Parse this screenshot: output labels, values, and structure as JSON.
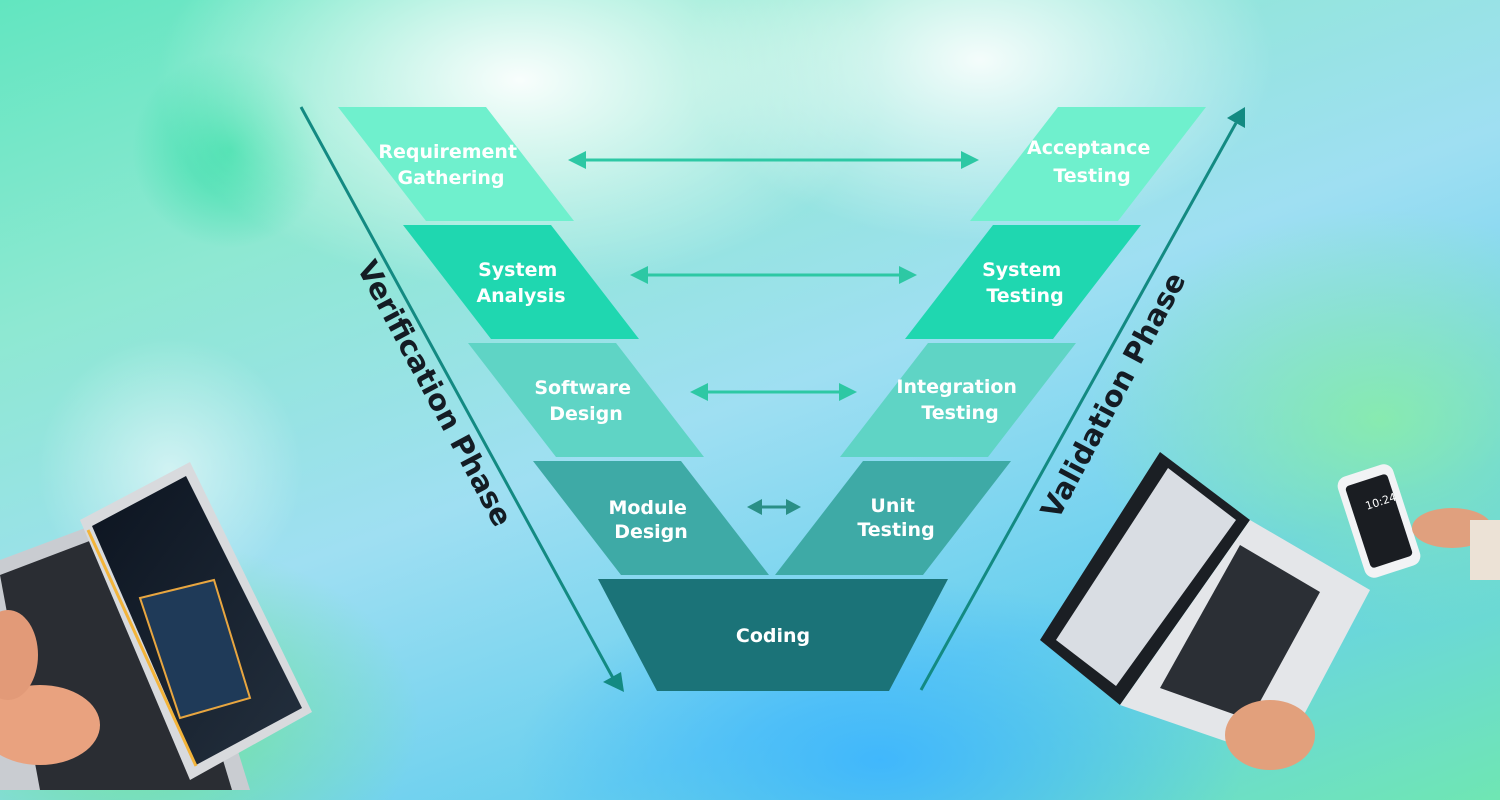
{
  "verification": {
    "phase_label": "Verification Phase",
    "stages": [
      {
        "line1": "Requirement",
        "line2": "Gathering"
      },
      {
        "line1": "System",
        "line2": "Analysis"
      },
      {
        "line1": "Software",
        "line2": "Design"
      },
      {
        "line1": "Module",
        "line2": "Design"
      }
    ]
  },
  "validation": {
    "phase_label": "Validation Phase",
    "stages": [
      {
        "line1": "Acceptance",
        "line2": "Testing"
      },
      {
        "line1": "System",
        "line2": "Testing"
      },
      {
        "line1": "Integration",
        "line2": "Testing"
      },
      {
        "line1": "Unit",
        "line2": "Testing"
      }
    ]
  },
  "bottom": {
    "label": "Coding"
  },
  "phone_time": "10:24",
  "colors": {
    "row1": "#6ff0cd",
    "row2": "#1fd7b0",
    "row3": "#5fd4c5",
    "row4": "#3eaaa6",
    "coding": "#1b7378",
    "arrow": "#2dc8a4",
    "axis": "#138a82",
    "phase_text": "#141c24"
  }
}
